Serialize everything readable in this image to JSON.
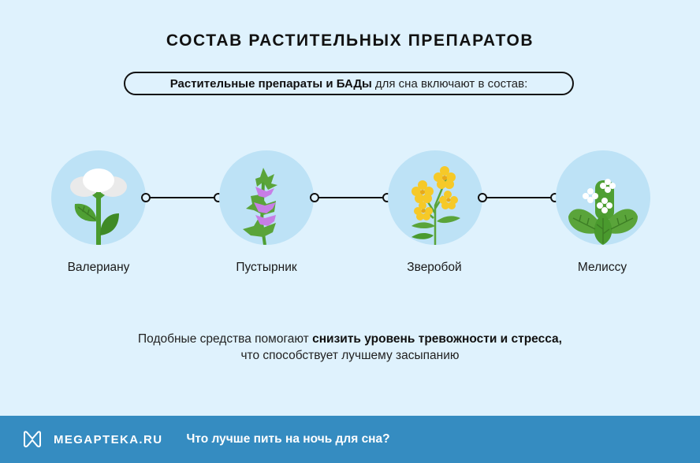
{
  "header": {
    "title": "СОСТАВ РАСТИТЕЛЬНЫХ ПРЕПАРАТОВ",
    "intro_bold": "Растительные препараты и БАДы",
    "intro_rest": "для сна включают в состав:"
  },
  "herbs": [
    {
      "label": "Валериану",
      "icon": "valerian-icon"
    },
    {
      "label": "Пустырник",
      "icon": "motherwort-icon"
    },
    {
      "label": "Зверобой",
      "icon": "st-johns-wort-icon"
    },
    {
      "label": "Мелиссу",
      "icon": "lemon-balm-icon"
    }
  ],
  "description": {
    "line1_regular": "Подобные средства помогают",
    "line1_bold": "снизить уровень тревожности и стресса,",
    "line2": "что способствует лучшему засыпанию"
  },
  "footer": {
    "brand": "MEGAPTEKA.RU",
    "question": "Что лучше пить на ночь для сна?"
  },
  "colors": {
    "background": "#dff2fd",
    "circle": "#bde2f6",
    "footer": "#358cc1",
    "leaf_green": "#4a9a2e",
    "flower_purple": "#c77ee6",
    "flower_yellow": "#f6c928"
  }
}
